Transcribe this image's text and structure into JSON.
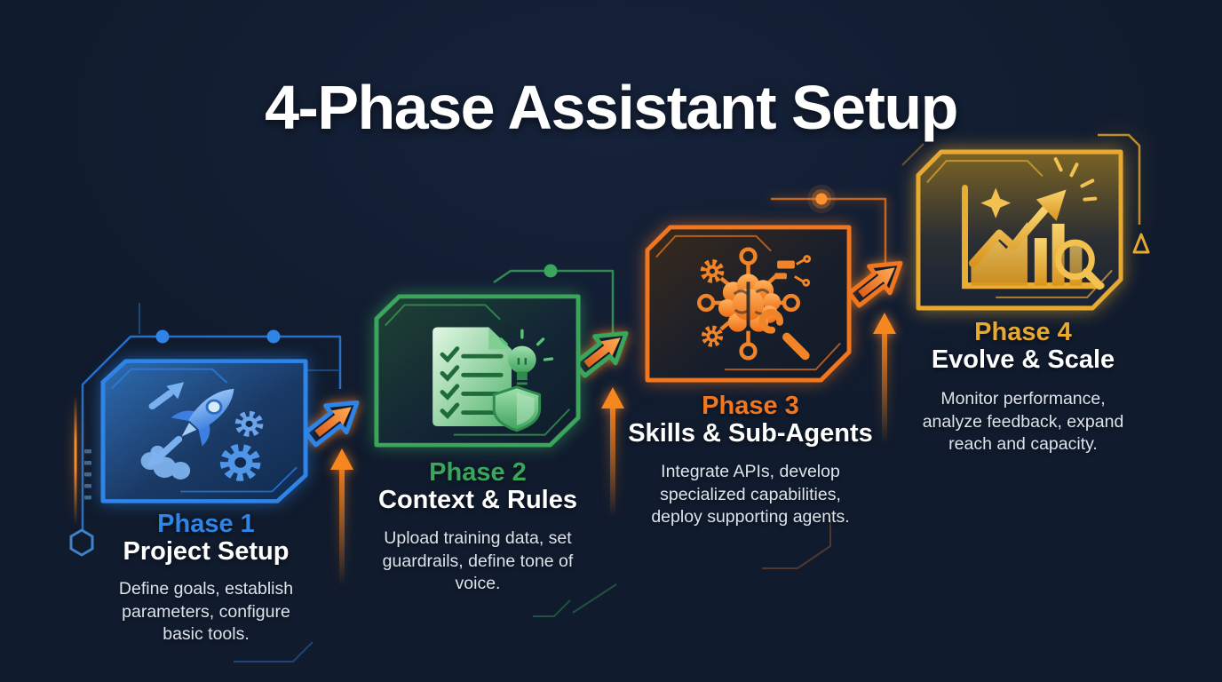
{
  "title": "4-Phase Assistant Setup",
  "phases": [
    {
      "label": "Phase 1",
      "name": "Project Setup",
      "description": "Define goals, establish parameters, configure basic tools.",
      "accent": "#2f84e8",
      "icon": "rocket-launch-gears-icon"
    },
    {
      "label": "Phase 2",
      "name": "Context & Rules",
      "description": "Upload training data, set guardrails, define tone of voice.",
      "accent": "#3aa65c",
      "icon": "checklist-bulb-shield-icon"
    },
    {
      "label": "Phase 3",
      "name": "Skills & Sub-Agents",
      "description": "Integrate APIs, develop specialized capabilities, deploy supporting agents.",
      "accent": "#f0761f",
      "icon": "brain-network-wrench-icon"
    },
    {
      "label": "Phase 4",
      "name": "Evolve & Scale",
      "description": "Monitor performance, analyze feedback, expand reach and capacity.",
      "accent": "#e8a930",
      "icon": "growth-chart-magnifier-icon"
    }
  ],
  "colors": {
    "background": "#101b2d",
    "text_primary": "#ffffff",
    "text_secondary": "#dce3ec",
    "arrow_orange": "#f5811f"
  }
}
